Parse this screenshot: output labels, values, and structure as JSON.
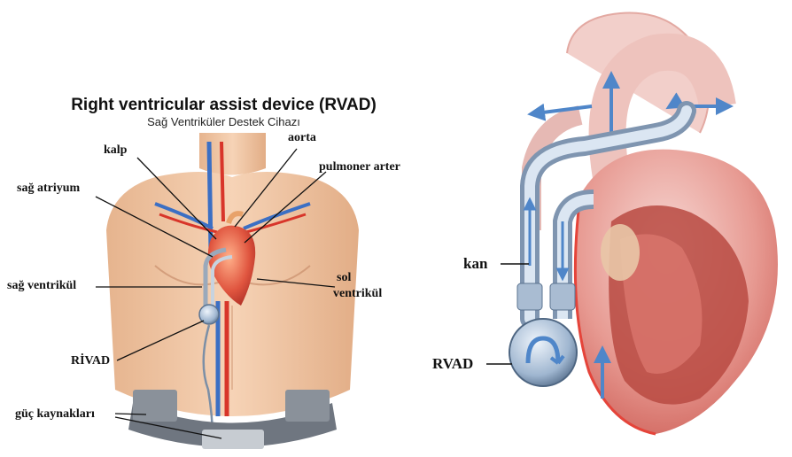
{
  "title": "Right ventricular assist device (RVAD)",
  "subtitle": "Sağ Ventriküler Destek Cihazı",
  "left_labels": {
    "aorta": "aorta",
    "kalp": "kalp",
    "pulmoner_arter": "pulmoner arter",
    "sag_atriyum": "sağ atriyum",
    "sag_ventrikul": "sağ ventrikül",
    "sol": "sol",
    "ventrikul": "ventrikül",
    "rivad": "RİVAD",
    "guc_kaynaklari": "güç kaynakları"
  },
  "right_labels": {
    "kan": "kan",
    "rvad": "RVAD"
  },
  "colors": {
    "skin": "#f2c9a8",
    "vein": "#3b6fc4",
    "artery": "#d8352a",
    "heart": "#d9483a",
    "device": "#b9cde3",
    "flow_arrow": "#4f86c9"
  }
}
